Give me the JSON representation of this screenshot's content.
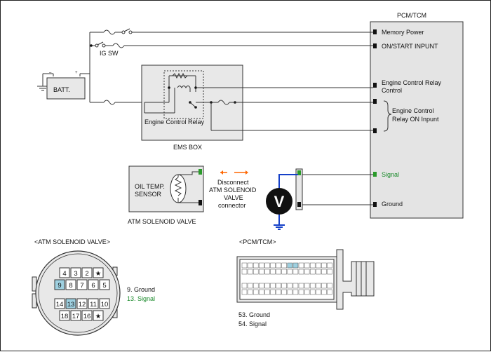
{
  "pcm": {
    "title": "PCM/TCM",
    "pins": [
      "Memory Power",
      "ON/START  INPUNT",
      "Engine Control Relay",
      "Control",
      "Engine Control",
      "Relay ON Inpunt",
      "Signal",
      "Ground"
    ]
  },
  "ig_sw_label": "IG SW",
  "batt_label": "BATT.",
  "ems": {
    "relay_label": "Engine Control Relay",
    "box_label": "EMS BOX"
  },
  "sensor": {
    "line1": "OIL TEMP.",
    "line2": "SENSOR",
    "caption": "ATM SOLENOID VALVE"
  },
  "disconnect": [
    "Disconnect",
    "ATM SOLENOID",
    "VALVE",
    "connector"
  ],
  "meter_label": "V",
  "atm_connector": {
    "title": "<ATM SOLENOID VALVE>",
    "row1": [
      "4",
      "3",
      "2",
      "★"
    ],
    "row2": [
      "9",
      "8",
      "7",
      "6",
      "5"
    ],
    "row3": [
      "14",
      "13",
      "12",
      "11",
      "10"
    ],
    "row4": [
      "18",
      "17",
      "16",
      "★"
    ],
    "legend": [
      "9. Ground",
      "13. Signal"
    ],
    "colors": {
      "highlight": "#9ed0e0",
      "signal": "#1a8a2a"
    }
  },
  "pcm_connector": {
    "title": "<PCM/TCM>",
    "legend": [
      "53. Ground",
      "54. Signal"
    ]
  },
  "colors": {
    "arrow": "#ff6600",
    "probe": "#1540c8",
    "green_pin": "#2a9a2a"
  }
}
